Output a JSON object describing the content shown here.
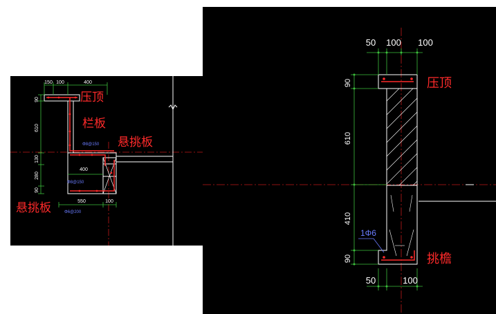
{
  "left_detail": {
    "dims_top": [
      "150",
      "100",
      "400"
    ],
    "dims_side": [
      "90",
      "610",
      "130",
      "280",
      "90"
    ],
    "dim_mid": "400",
    "dims_bottom": [
      "550",
      "100"
    ],
    "rebar_notes": [
      "Φ8@150",
      "Φ8@150",
      "Φ6@200"
    ],
    "labels": {
      "coping": "压顶",
      "parapet": "栏板",
      "cantilever_upper": "悬挑板",
      "cantilever_lower": "悬挑板"
    }
  },
  "right_detail": {
    "dims_top": [
      "50",
      "100",
      "100"
    ],
    "dims_side": [
      "90",
      "610",
      "410",
      "90"
    ],
    "dims_bottom": [
      "50",
      "100"
    ],
    "rebar_note": "1Φ6",
    "labels": {
      "coping": "压顶",
      "eave": "挑檐"
    }
  },
  "colors": {
    "background": "#000000",
    "outline": "#ffffff",
    "rebar": "#ff2a2a",
    "dimension": "#3cbf3c",
    "center_line": "#e02020",
    "note": "#6a7cff"
  }
}
